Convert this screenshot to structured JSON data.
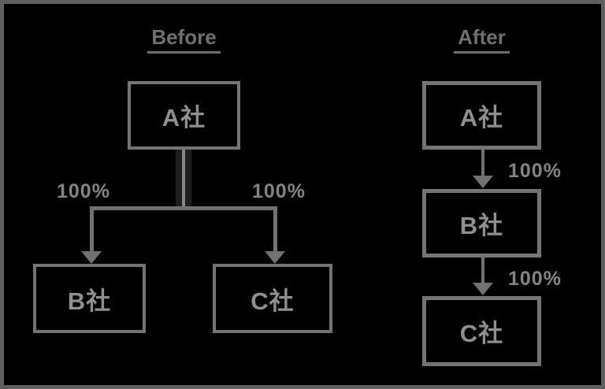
{
  "meta": {
    "background_color": "#000000",
    "frame_color": "#5f5f5f",
    "line_color": "#717171",
    "node_text_color": "#8f8f8f",
    "title_color": "#6f6f6f",
    "label_color": "#848484"
  },
  "before": {
    "title": "Before",
    "nodes": {
      "a": "A社",
      "b": "B社",
      "c": "C社"
    },
    "edge_labels": {
      "a_to_b": "100%",
      "a_to_c": "100%"
    }
  },
  "after": {
    "title": "After",
    "nodes": {
      "a": "A社",
      "b": "B社",
      "c": "C社"
    },
    "edge_labels": {
      "a_to_b": "100%",
      "b_to_c": "100%"
    }
  }
}
